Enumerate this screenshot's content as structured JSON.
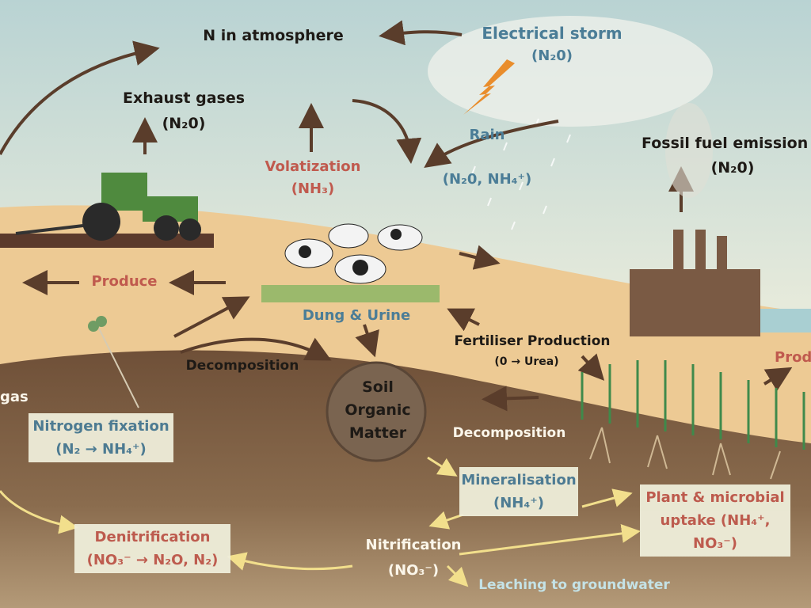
{
  "title": "N in atmosphere",
  "labels": {
    "electrical_storm": "Electrical storm",
    "electrical_storm_formula": "(N₂0)",
    "exhaust_gases": "Exhaust gases",
    "exhaust_gases_formula": "(N₂0)",
    "volatization": "Volatization",
    "volatization_formula": "(NH₃)",
    "rain": "Rain",
    "rain_formula": "(N₂0, NH₄⁺)",
    "fossil_fuel": "Fossil fuel emission",
    "fossil_fuel_formula": "(N₂0)",
    "produce_left": "Produce",
    "dung_urine": "Dung & Urine",
    "fertiliser": "Fertiliser Production",
    "fertiliser_formula": "(0 → Urea)",
    "decomposition_left": "Decomposition",
    "produce_right": "Prod",
    "gas": "gas",
    "soil_line1": "Soil",
    "soil_line2": "Organic",
    "soil_line3": "Matter",
    "decomposition_right": "Decomposition",
    "nitrification": "Nitrification",
    "nitrification_formula": "(NO₃⁻)",
    "leaching": "Leaching to groundwater"
  },
  "boxes": {
    "nitrogen_fixation": {
      "title": "Nitrogen fixation",
      "formula": "(N₂ → NH₄⁺)"
    },
    "mineralisation": {
      "title": "Mineralisation",
      "formula": "(NH₄⁺)"
    },
    "plant_uptake": {
      "title": "Plant & microbial",
      "formula": "uptake (NH₄⁺, NO₃⁻)"
    },
    "denitrification": {
      "title": "Denitrification",
      "formula": "(NO₃⁻ → N₂O, N₂)"
    }
  },
  "colors": {
    "brown_arrow": "#5a3d2b",
    "yellow_arrow": "#f2df8c",
    "blue_text": "#4b7d97",
    "red_text": "#c05a4e"
  }
}
